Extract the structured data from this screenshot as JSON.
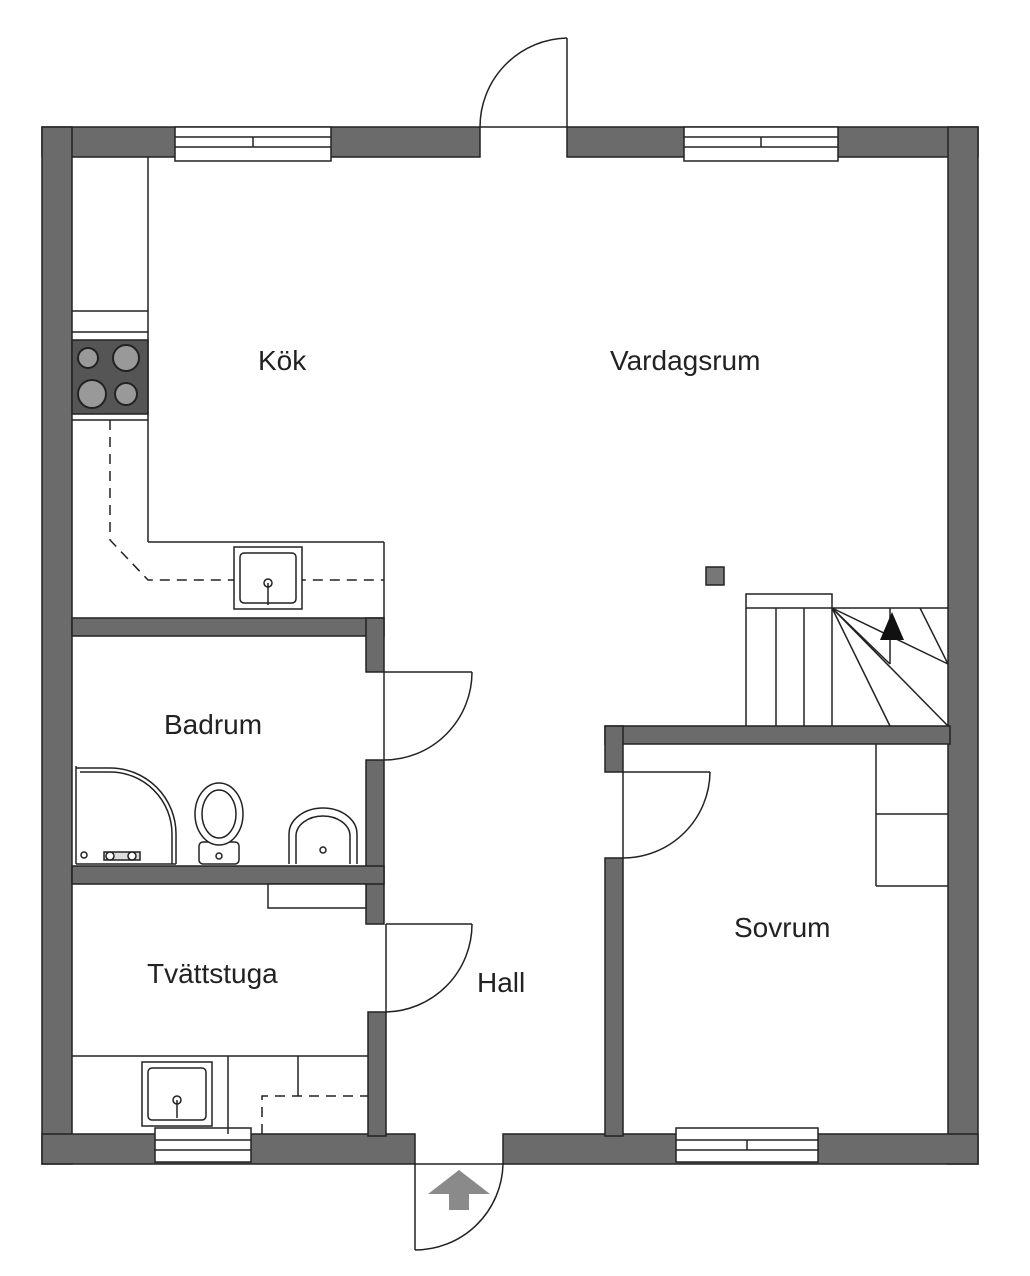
{
  "floor_plan": {
    "rooms": {
      "kok": "Kök",
      "vardagsrum": "Vardagsrum",
      "badrum": "Badrum",
      "tvattstuga": "Tvättstuga",
      "hall": "Hall",
      "sovrum": "Sovrum"
    },
    "colors": {
      "wall": "#6b6b6b",
      "line": "#222222",
      "background": "#ffffff"
    },
    "icons": {
      "entrance": "entrance-arrow-icon",
      "stairs": "stairs-direction-arrow-icon",
      "stove": "stove-icon"
    }
  }
}
